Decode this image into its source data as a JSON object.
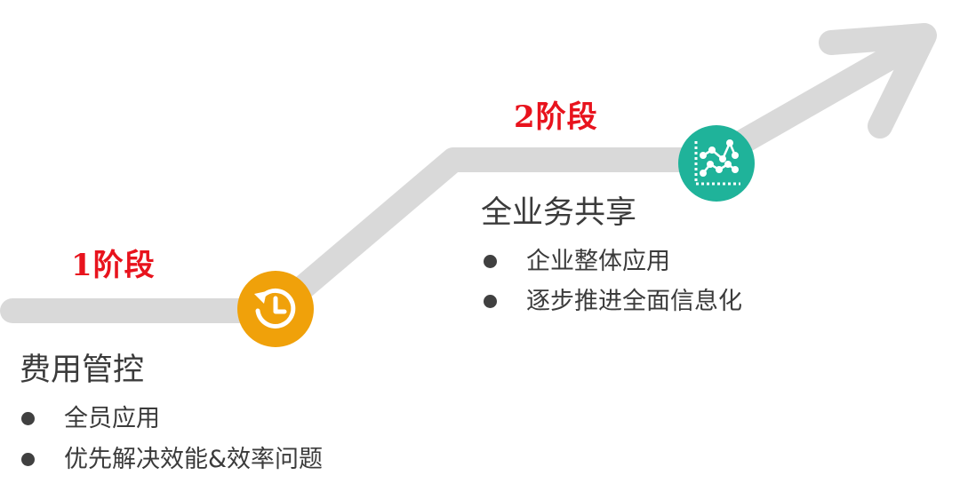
{
  "colors": {
    "path": "#d9d9d9",
    "stage_label": "#e8131d",
    "stage1_icon_bg": "#f0a10a",
    "stage2_icon_bg": "#1fb39a",
    "text": "#3b3b3b",
    "bullet": "#404040"
  },
  "stage1": {
    "label": "1阶段",
    "icon": "history-clock-icon",
    "title": "费用管控",
    "bullets": [
      "全员应用",
      "优先解决效能&效率问题"
    ]
  },
  "stage2": {
    "label": "2阶段",
    "icon": "line-chart-icon",
    "title": "全业务共享",
    "bullets": [
      "企业整体应用",
      "逐步推进全面信息化"
    ]
  }
}
